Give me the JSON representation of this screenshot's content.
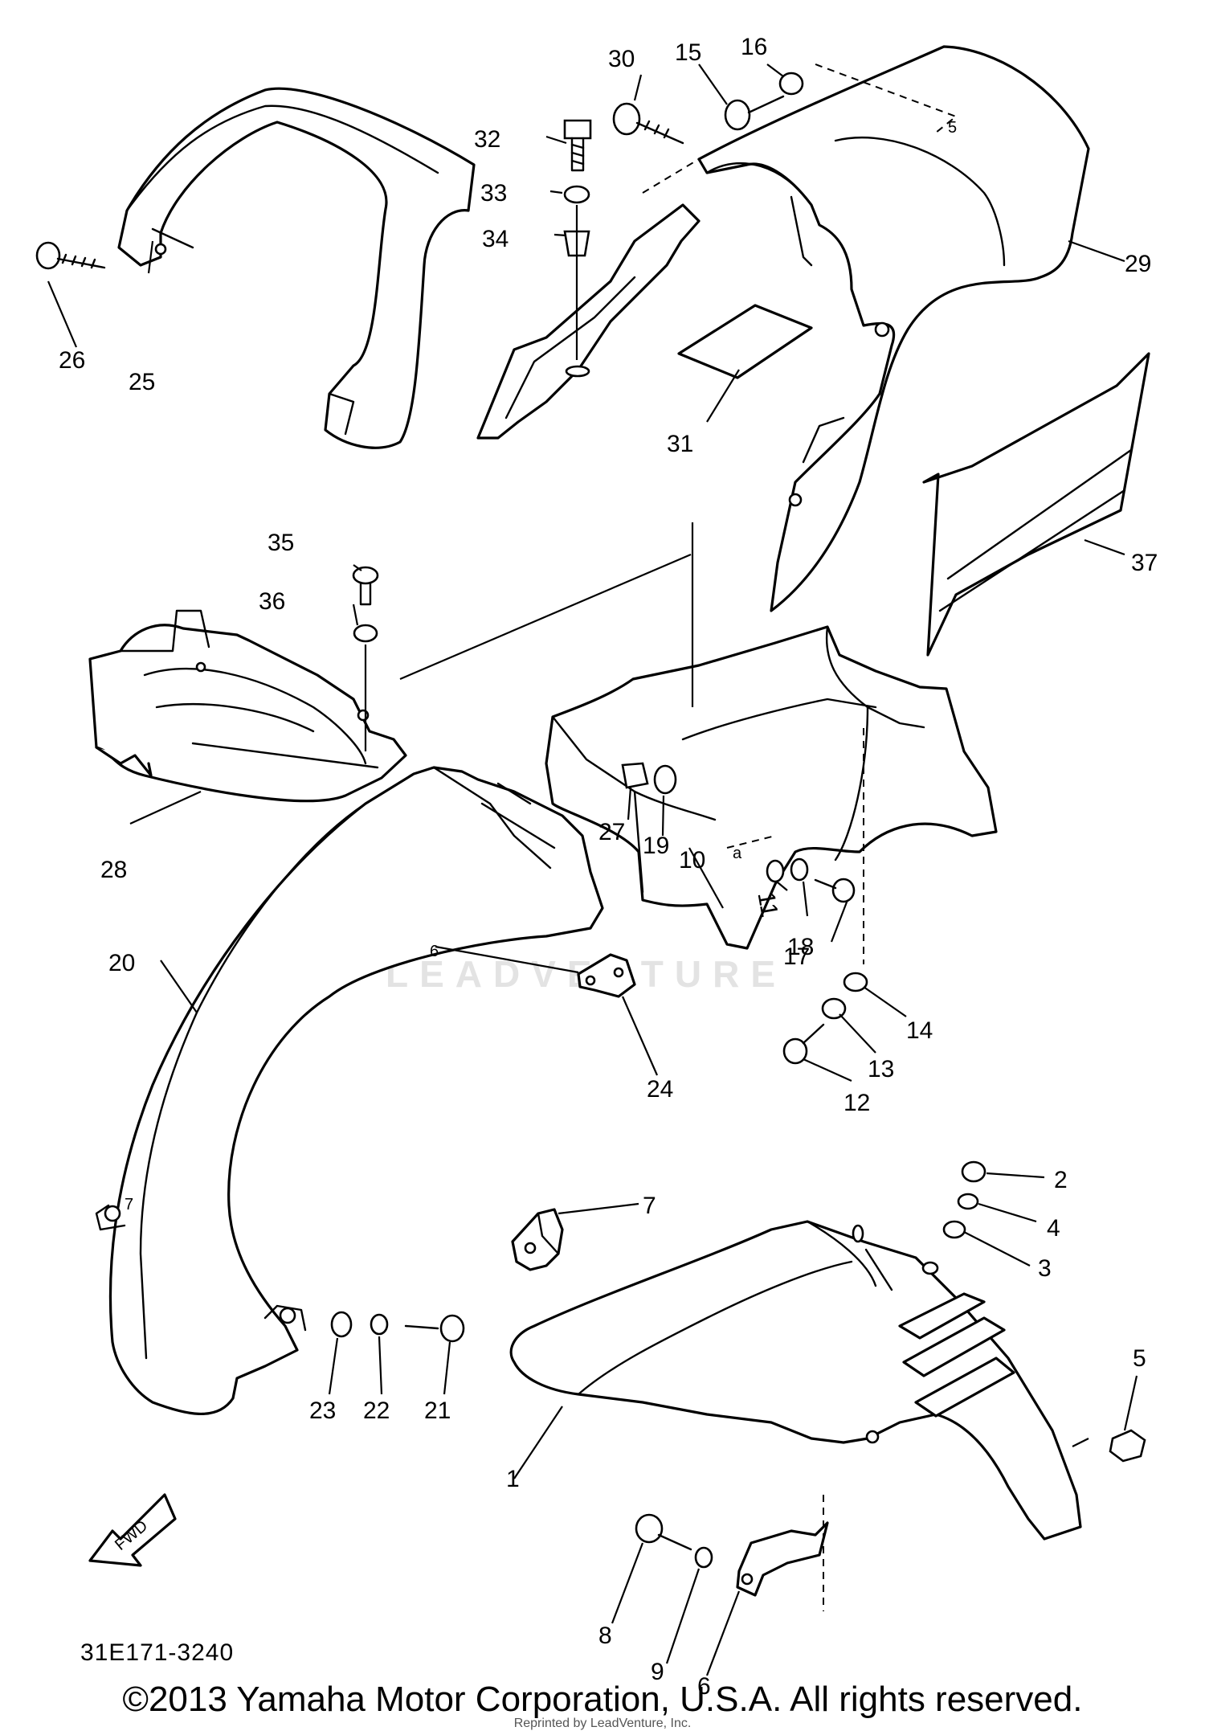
{
  "diagram": {
    "code": "31E171-3240",
    "copyright": "©2013 Yamaha Motor Corporation, U.S.A. All rights reserved.",
    "reprint_notice": "Reprinted by LeadVenture, Inc.",
    "watermark": "LEADVENTURE",
    "fwd_label": "FWD",
    "callouts": [
      "1",
      "2",
      "3",
      "4",
      "5",
      "6",
      "6",
      "7",
      "8",
      "9",
      "10",
      "11",
      "12",
      "13",
      "14",
      "15",
      "16",
      "17",
      "18",
      "19",
      "20",
      "21",
      "22",
      "23",
      "24",
      "25",
      "26",
      "27",
      "28",
      "29",
      "30",
      "31",
      "32",
      "33",
      "34",
      "35",
      "36",
      "37"
    ],
    "inline_marks": [
      "6",
      "5",
      "a",
      "7"
    ]
  }
}
